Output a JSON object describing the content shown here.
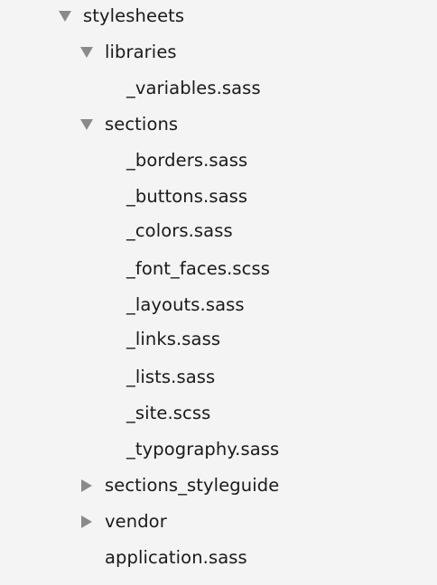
{
  "file_tree": {
    "items": [
      {
        "label": "stylesheets",
        "type": "folder",
        "state": "expanded",
        "depth": 0,
        "toggle_icon": "triangle-down-icon"
      },
      {
        "label": "libraries",
        "type": "folder",
        "state": "expanded",
        "depth": 1,
        "toggle_icon": "triangle-down-icon"
      },
      {
        "label": "_variables.sass",
        "type": "file",
        "depth": 2
      },
      {
        "label": "sections",
        "type": "folder",
        "state": "expanded",
        "depth": 1,
        "toggle_icon": "triangle-down-icon"
      },
      {
        "label": "_borders.sass",
        "type": "file",
        "depth": 2
      },
      {
        "label": "_buttons.sass",
        "type": "file",
        "depth": 2
      },
      {
        "label": "_colors.sass",
        "type": "file",
        "depth": 2
      },
      {
        "label": "_font_faces.scss",
        "type": "file",
        "depth": 2
      },
      {
        "label": "_layouts.sass",
        "type": "file",
        "depth": 2
      },
      {
        "label": "_links.sass",
        "type": "file",
        "depth": 2
      },
      {
        "label": "_lists.sass",
        "type": "file",
        "depth": 2
      },
      {
        "label": "_site.scss",
        "type": "file",
        "depth": 2
      },
      {
        "label": "_typography.sass",
        "type": "file",
        "depth": 2
      },
      {
        "label": "sections_styleguide",
        "type": "folder",
        "state": "collapsed",
        "depth": 1,
        "toggle_icon": "triangle-right-icon"
      },
      {
        "label": "vendor",
        "type": "folder",
        "state": "collapsed",
        "depth": 1,
        "toggle_icon": "triangle-right-icon"
      },
      {
        "label": "application.sass",
        "type": "file",
        "depth": 1
      }
    ]
  },
  "colors": {
    "background": "#f4f4f4",
    "text": "#1a1a1a",
    "disclosure_triangle": "#8a8a8a"
  }
}
